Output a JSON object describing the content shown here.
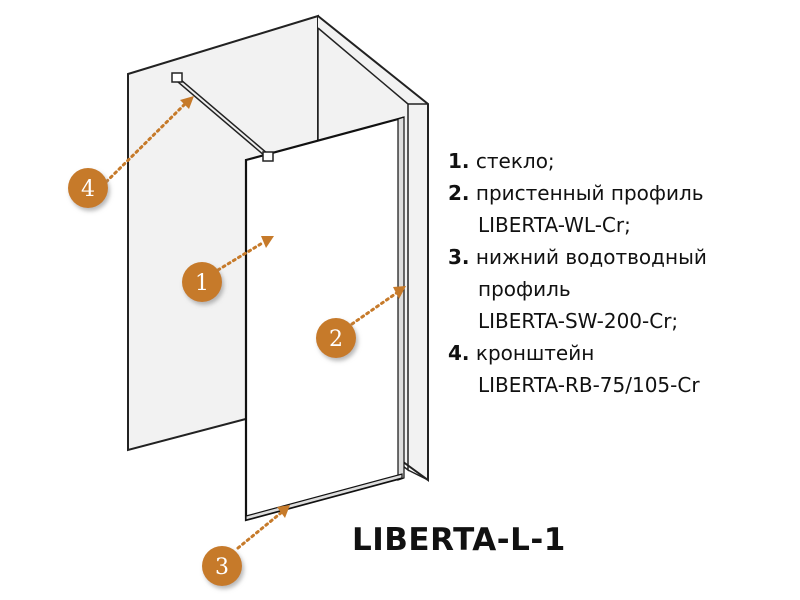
{
  "colors": {
    "badge": "#c67a2a",
    "badge_shadow": "#9a9a9a",
    "pointer": "#c67a2a",
    "wall_fill": "#f2f2f2",
    "wall_stroke": "#222222",
    "glass_stroke": "#111111"
  },
  "callouts": [
    {
      "number": "1",
      "target": "glass"
    },
    {
      "number": "2",
      "target": "wall-profile"
    },
    {
      "number": "3",
      "target": "bottom-profile"
    },
    {
      "number": "4",
      "target": "bracket"
    }
  ],
  "legend": [
    {
      "num": "1.",
      "lines": [
        "стекло;"
      ]
    },
    {
      "num": "2.",
      "lines": [
        "пристенный профиль",
        "LIBERTA-WL-Cr;"
      ]
    },
    {
      "num": "3.",
      "lines": [
        "нижний водотводный",
        "профиль",
        "LIBERTA-SW-200-Cr;"
      ]
    },
    {
      "num": "4.",
      "lines": [
        "кронштейн",
        "LIBERTA-RB-75/105-Cr"
      ]
    }
  ],
  "model_title": "LIBERTA-L-1"
}
